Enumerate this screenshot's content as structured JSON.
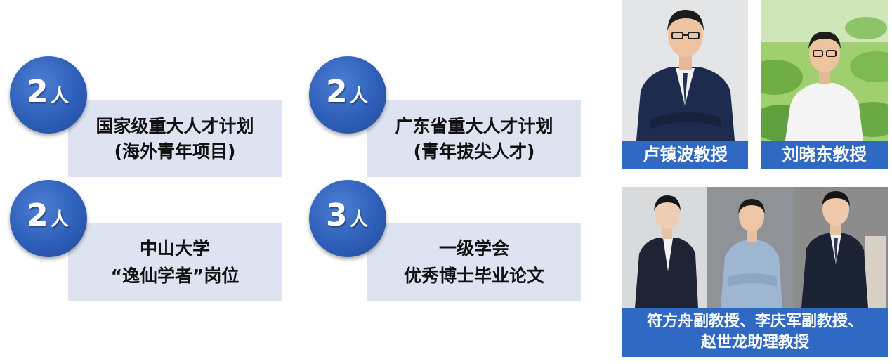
{
  "achievements": [
    {
      "count": "2",
      "unit": "人",
      "line1": "国家级重大人才计划",
      "line2": "(海外青年项目)"
    },
    {
      "count": "2",
      "unit": "人",
      "line1": "广东省重大人才计划",
      "line2": "(青年拔尖人才)"
    },
    {
      "count": "2",
      "unit": "人",
      "line1": "中山大学",
      "line2": "“逸仙学者”岗位"
    },
    {
      "count": "3",
      "unit": "人",
      "line1": "一级学会",
      "line2": "优秀博士毕业论文"
    }
  ],
  "profiles": {
    "lu": {
      "caption": "卢镇波教授"
    },
    "liu": {
      "caption": "刘晓东教授"
    },
    "group": {
      "caption_line1": "符方舟副教授、李庆军副教授、",
      "caption_line2": "赵世龙助理教授"
    }
  },
  "colors": {
    "badge": "#2e5fb8",
    "card": "#dde3f0",
    "caption": "#2f69c4"
  }
}
